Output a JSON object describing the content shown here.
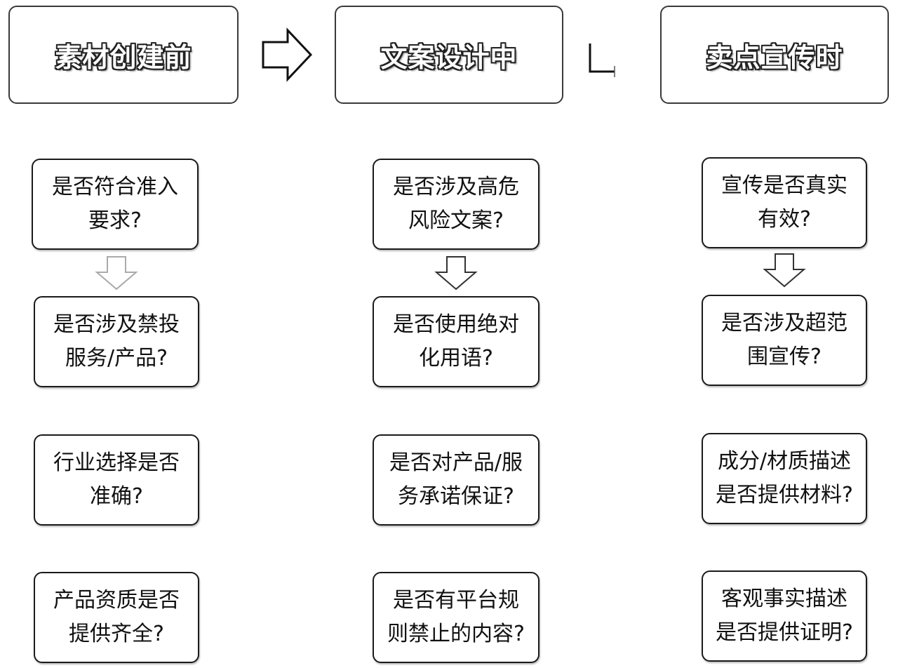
{
  "stages": [
    {
      "title": "素材创建前"
    },
    {
      "title": "文案设计中"
    },
    {
      "title": "卖点宣传时"
    }
  ],
  "columns": [
    {
      "items": [
        {
          "line1": "是否符合准入",
          "line2": "要求?"
        },
        {
          "line1": "是否涉及禁投",
          "line2": "服务/产品?"
        },
        {
          "line1": "行业选择是否",
          "line2": "准确?"
        },
        {
          "line1": "产品资质是否",
          "line2": "提供齐全?"
        }
      ]
    },
    {
      "items": [
        {
          "line1": "是否涉及高危",
          "line2": "风险文案?"
        },
        {
          "line1": "是否使用绝对",
          "line2": "化用语?"
        },
        {
          "line1": "是否对产品/服",
          "line2": "务承诺保证?"
        },
        {
          "line1": "是否有平台规",
          "line2": "则禁止的内容?"
        }
      ]
    },
    {
      "items": [
        {
          "line1": "宣传是否真实",
          "line2": "有效?"
        },
        {
          "line1": "是否涉及超范",
          "line2": "围宣传?"
        },
        {
          "line1": "成分/材质描述",
          "line2": "是否提供材料?"
        },
        {
          "line1": "客观事实描述",
          "line2": "是否提供证明?"
        }
      ]
    }
  ]
}
